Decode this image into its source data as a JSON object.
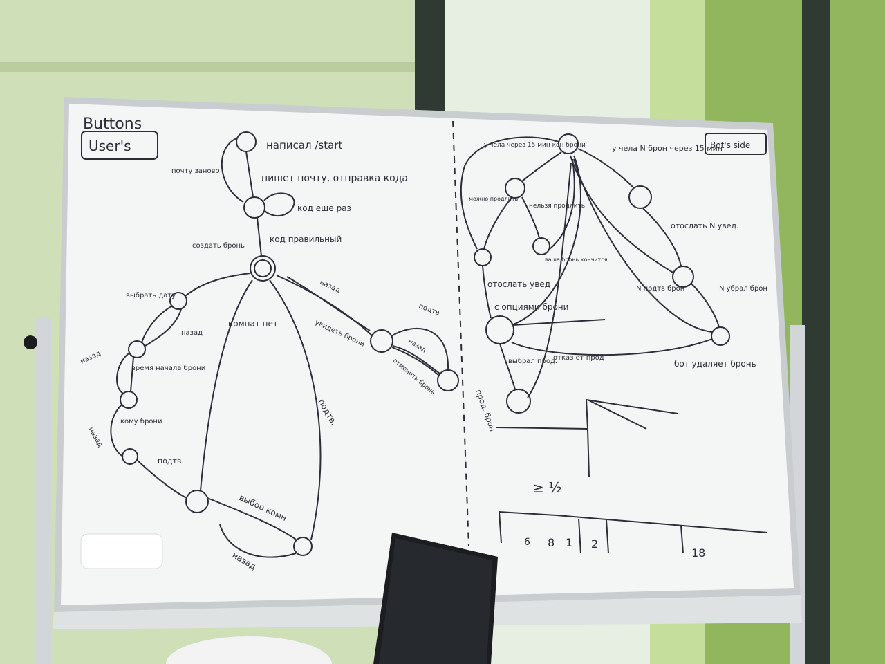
{
  "scene": {
    "description_free": true,
    "colors": {
      "wall_green": "#9cc06f",
      "window_light": "#e3ecd9",
      "frame_dark": "#2f3a33",
      "board_white": "#f4f6f5",
      "board_frame": "#c9cdd0",
      "ink": "#2b2e38"
    }
  },
  "left": {
    "heading": "Buttons",
    "box": "User's",
    "labels": [
      "написал /start",
      "пишет почту, отправка кода",
      "почту заново",
      "код еще раз",
      "код правильный",
      "создать бронь",
      "выбрать дату",
      "назад",
      "время начала брони",
      "кому брони",
      "подтв.",
      "комнат нет",
      "выбор комн",
      "назад",
      "подтв.",
      "назад",
      "увидеть брони",
      "подтв",
      "назад",
      "отменить бронь",
      "назад",
      "назад"
    ]
  },
  "right": {
    "box": "Bot's side",
    "labels": [
      "у чела через 15 мин кон брони",
      "у чела N брон через 15 мин",
      "можно продлить",
      "нельзя продлить",
      "ваша бронь кончится",
      "отослать N увед.",
      "отослать увед",
      "с опциями брони",
      "N подтв брон",
      "N убрал брон",
      "выбрал прод.",
      "отказ от прод",
      "прод. брон",
      "бот удаляет бронь"
    ],
    "sketch": {
      "formula": "≥ ½",
      "ticks": [
        "6",
        "8",
        "1",
        "2",
        "18"
      ]
    }
  }
}
